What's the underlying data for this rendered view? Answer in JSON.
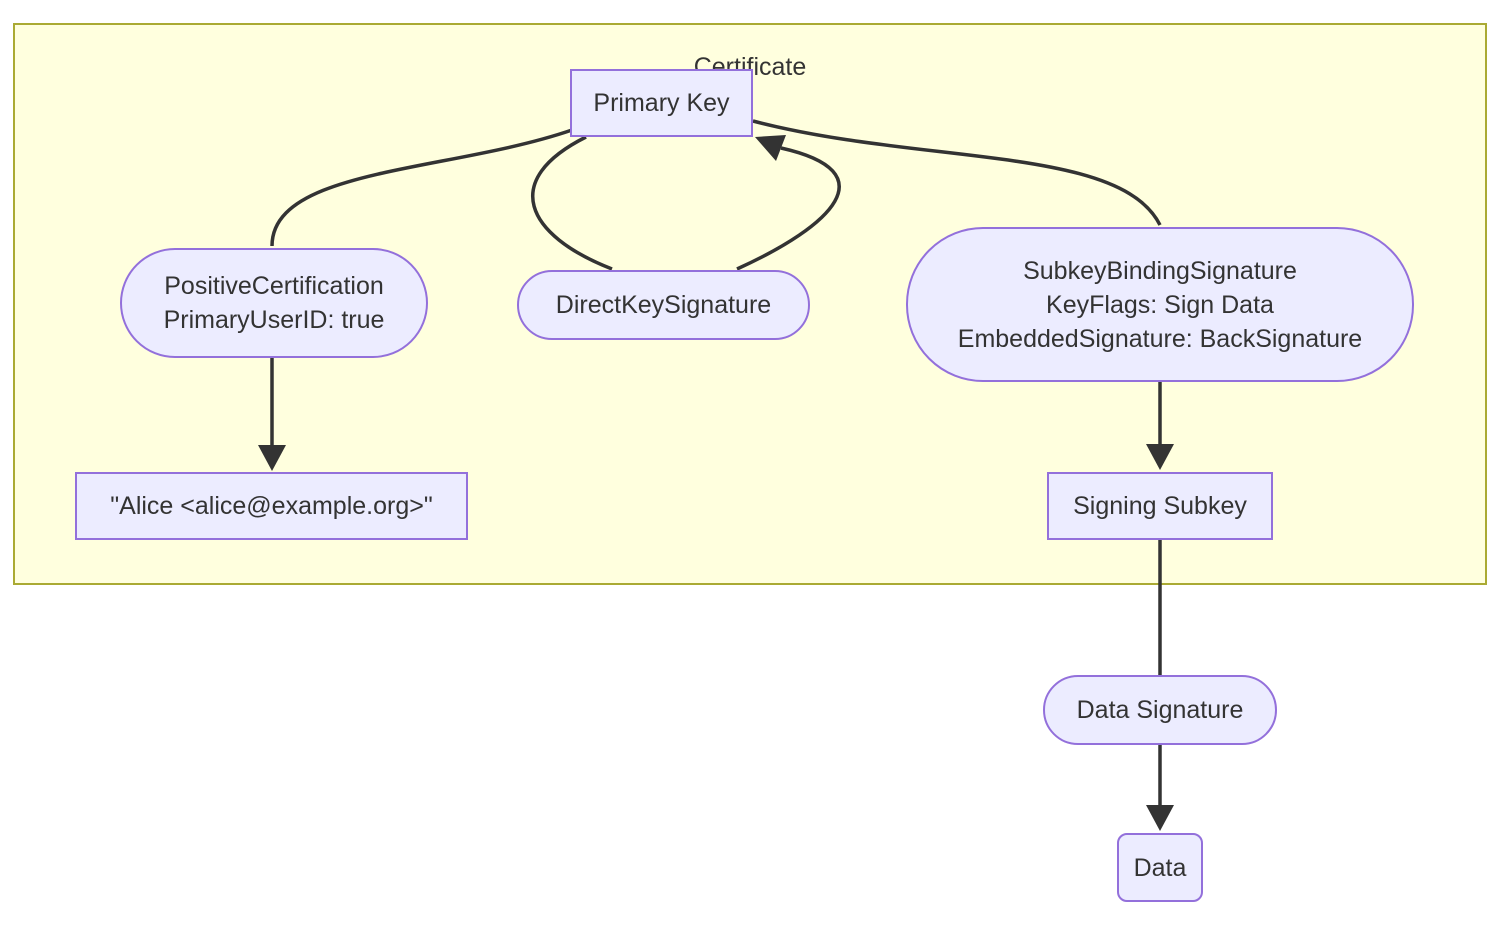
{
  "diagram": {
    "type": "flowchart",
    "title": "Certificate",
    "nodes": {
      "primary_key": {
        "label": "Primary Key",
        "shape": "rect",
        "inside_cluster": true
      },
      "positive_certification": {
        "lines": [
          "PositiveCertification",
          "PrimaryUserID: true"
        ],
        "shape": "stadium",
        "inside_cluster": true
      },
      "direct_key_signature": {
        "label": "DirectKeySignature",
        "shape": "stadium",
        "inside_cluster": true
      },
      "subkey_binding_signature": {
        "lines": [
          "SubkeyBindingSignature",
          "KeyFlags: Sign Data",
          "EmbeddedSignature: BackSignature"
        ],
        "shape": "stadium",
        "inside_cluster": true
      },
      "user_id": {
        "label": "\"Alice <alice@example.org>\"",
        "shape": "rect",
        "inside_cluster": true
      },
      "signing_subkey": {
        "label": "Signing Subkey",
        "shape": "rect",
        "inside_cluster": true
      },
      "data_signature": {
        "label": "Data Signature",
        "shape": "stadium",
        "inside_cluster": false
      },
      "data": {
        "label": "Data",
        "shape": "rounded-rect",
        "inside_cluster": false
      }
    },
    "edges": [
      {
        "from": "primary_key",
        "to": "positive_certification",
        "arrow": false
      },
      {
        "from": "positive_certification",
        "to": "user_id",
        "arrow": true
      },
      {
        "from": "primary_key",
        "to": "direct_key_signature",
        "arrow": false
      },
      {
        "from": "direct_key_signature",
        "to": "primary_key",
        "arrow": true
      },
      {
        "from": "primary_key",
        "to": "subkey_binding_signature",
        "arrow": false
      },
      {
        "from": "subkey_binding_signature",
        "to": "signing_subkey",
        "arrow": true
      },
      {
        "from": "signing_subkey",
        "to": "data_signature",
        "arrow": false
      },
      {
        "from": "data_signature",
        "to": "data",
        "arrow": true
      }
    ],
    "colors": {
      "background": "#ffffff",
      "cluster_fill": "#ffffde",
      "cluster_border": "#aaaa33",
      "node_fill": "#ececff",
      "node_border": "#9370db",
      "edge": "#333333",
      "text": "#333333"
    }
  }
}
